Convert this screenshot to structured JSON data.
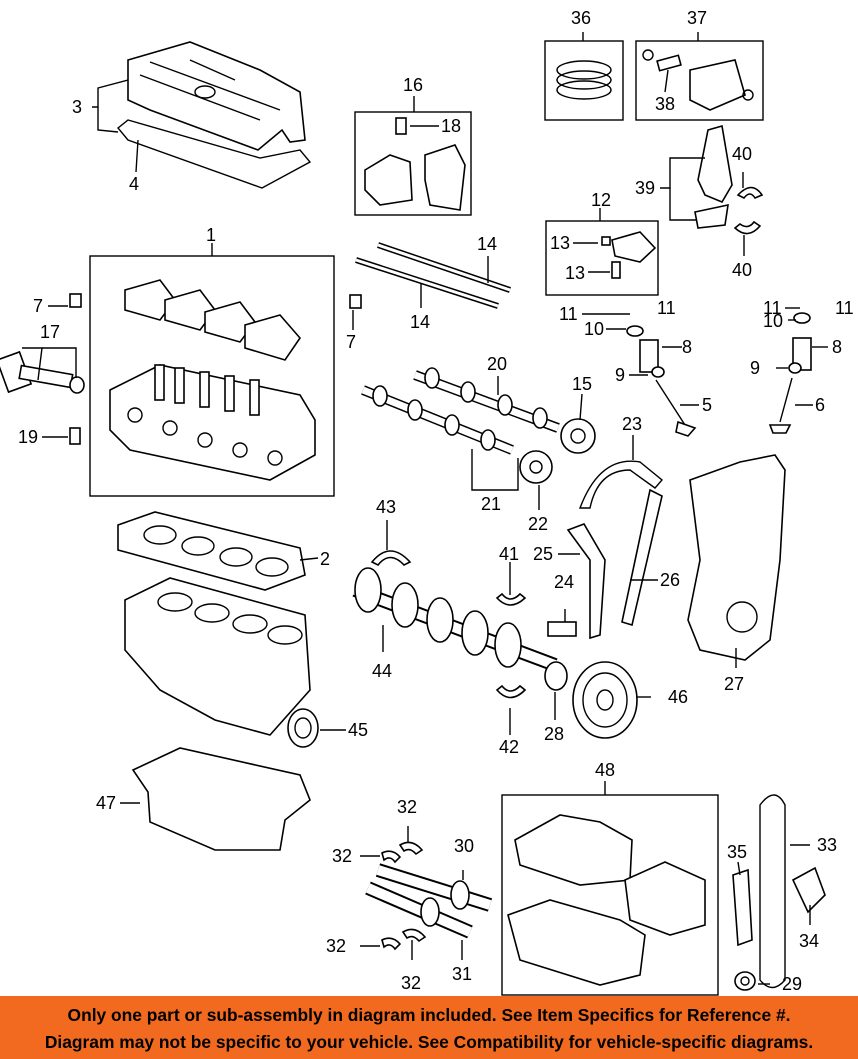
{
  "callouts": [
    {
      "id": "c1",
      "text": "1"
    },
    {
      "id": "c2",
      "text": "2"
    },
    {
      "id": "c3",
      "text": "3"
    },
    {
      "id": "c4",
      "text": "4"
    },
    {
      "id": "c5",
      "text": "5"
    },
    {
      "id": "c6",
      "text": "6"
    },
    {
      "id": "c7a",
      "text": "7"
    },
    {
      "id": "c7b",
      "text": "7"
    },
    {
      "id": "c8a",
      "text": "8"
    },
    {
      "id": "c8b",
      "text": "8"
    },
    {
      "id": "c9a",
      "text": "9"
    },
    {
      "id": "c9b",
      "text": "9"
    },
    {
      "id": "c10a",
      "text": "10"
    },
    {
      "id": "c10b",
      "text": "10"
    },
    {
      "id": "c11a",
      "text": "11"
    },
    {
      "id": "c11b",
      "text": "11"
    },
    {
      "id": "c11c",
      "text": "11"
    },
    {
      "id": "c11d",
      "text": "11"
    },
    {
      "id": "c12",
      "text": "12"
    },
    {
      "id": "c13a",
      "text": "13"
    },
    {
      "id": "c13b",
      "text": "13"
    },
    {
      "id": "c14a",
      "text": "14"
    },
    {
      "id": "c14b",
      "text": "14"
    },
    {
      "id": "c15",
      "text": "15"
    },
    {
      "id": "c16",
      "text": "16"
    },
    {
      "id": "c17",
      "text": "17"
    },
    {
      "id": "c18",
      "text": "18"
    },
    {
      "id": "c19",
      "text": "19"
    },
    {
      "id": "c20",
      "text": "20"
    },
    {
      "id": "c21",
      "text": "21"
    },
    {
      "id": "c22",
      "text": "22"
    },
    {
      "id": "c23",
      "text": "23"
    },
    {
      "id": "c24",
      "text": "24"
    },
    {
      "id": "c25",
      "text": "25"
    },
    {
      "id": "c26",
      "text": "26"
    },
    {
      "id": "c27",
      "text": "27"
    },
    {
      "id": "c28",
      "text": "28"
    },
    {
      "id": "c29",
      "text": "29"
    },
    {
      "id": "c30",
      "text": "30"
    },
    {
      "id": "c31",
      "text": "31"
    },
    {
      "id": "c32a",
      "text": "32"
    },
    {
      "id": "c32b",
      "text": "32"
    },
    {
      "id": "c32c",
      "text": "32"
    },
    {
      "id": "c32d",
      "text": "32"
    },
    {
      "id": "c33",
      "text": "33"
    },
    {
      "id": "c34",
      "text": "34"
    },
    {
      "id": "c35",
      "text": "35"
    },
    {
      "id": "c36",
      "text": "36"
    },
    {
      "id": "c37",
      "text": "37"
    },
    {
      "id": "c38",
      "text": "38"
    },
    {
      "id": "c39",
      "text": "39"
    },
    {
      "id": "c40a",
      "text": "40"
    },
    {
      "id": "c40b",
      "text": "40"
    },
    {
      "id": "c41",
      "text": "41"
    },
    {
      "id": "c42",
      "text": "42"
    },
    {
      "id": "c43",
      "text": "43"
    },
    {
      "id": "c44",
      "text": "44"
    },
    {
      "id": "c45",
      "text": "45"
    },
    {
      "id": "c46",
      "text": "46"
    },
    {
      "id": "c47",
      "text": "47"
    },
    {
      "id": "c48",
      "text": "48"
    }
  ],
  "banner": {
    "line1": "Only one part or sub-assembly in diagram included. See Item Specifics for Reference #.",
    "line2": "Diagram may not be specific to your vehicle. See Compatibility for vehicle-specific diagrams.",
    "background": "#f26a1f"
  }
}
